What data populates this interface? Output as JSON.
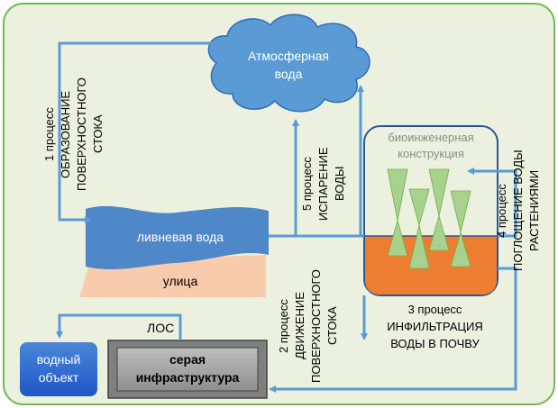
{
  "nodes": {
    "cloud": "Атмосферная\nвода",
    "rain": "ливневая вода",
    "street": "улица",
    "bio": "биоинженерная\nконструкция",
    "water_body": "водный\nобъект",
    "gray": "серая\nинфраструктура",
    "los": "ЛОС"
  },
  "processes": {
    "p1": "1 процесс\nОБРАЗОВАНИЕ\nПОВЕРХНОСТНОГО\nСТОКА",
    "p2": "2 процесс\nДВИЖЕНИЕ\nПОВЕРХНОСТНОГО\nСТОКА",
    "p3": "3 процесс\nИНФИЛЬТРАЦИЯ\nВОДЫ В ПОЧВУ",
    "p4": "4 процесс\nПОГЛОЩЕНИЕ ВОДЫ\nРАСТЕНИЯМИ",
    "p5": "5 процесс\nИСПАРЕНИЕ\nВОДЫ"
  },
  "colors": {
    "background": "#ebf1de",
    "frame": "#77b65b",
    "arrow": "#5b9bd5",
    "cloud": "#5b9bd5",
    "rain": "#4f88c9",
    "street": "#f8cbad",
    "soil": "#ed7d31",
    "plant": "#a9d18e",
    "water_body": "#2e6fe0",
    "gray": "#a6a6a6"
  }
}
